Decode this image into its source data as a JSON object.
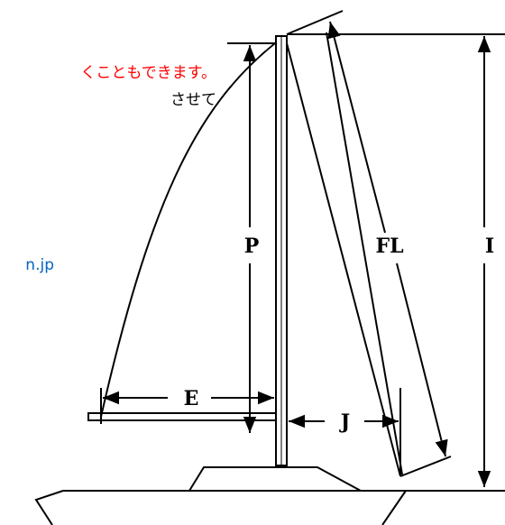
{
  "text": {
    "line1": "くこともできます。",
    "line2": "させて",
    "link": "n.jp"
  },
  "labels": {
    "P": "P",
    "FL": "FL",
    "I": "I",
    "E": "E",
    "J": "J"
  },
  "colors": {
    "red_text": "#ff0000",
    "link": "#0563c1",
    "ink": "#000000"
  }
}
